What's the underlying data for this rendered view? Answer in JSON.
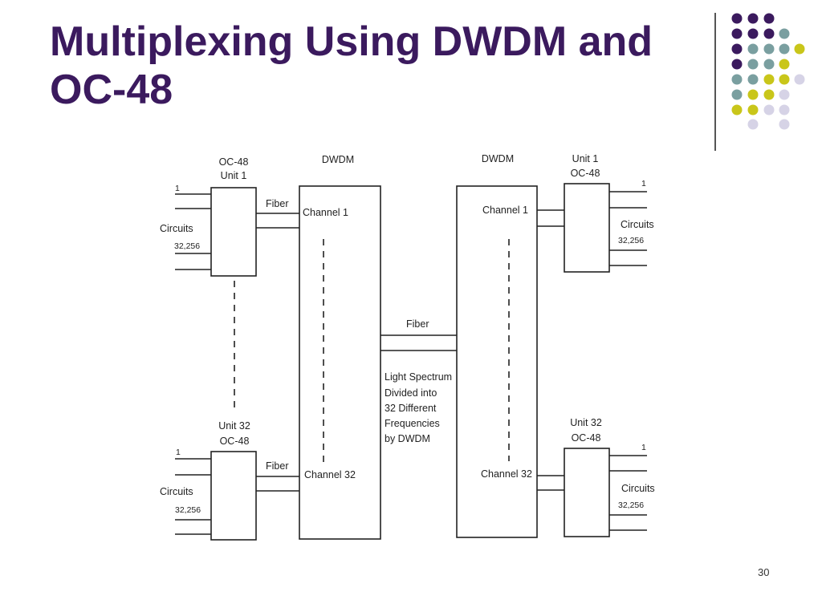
{
  "slide": {
    "title_line1": "Multiplexing Using DWDM and",
    "title_line2": "OC-48",
    "page_number": "30"
  },
  "decoration": {
    "dot_colors": {
      "purple": "#3b1a5e",
      "teal": "#7a9fa0",
      "yellow": "#c9c61a",
      "lavender": "#d6d3e6"
    }
  },
  "diagram": {
    "left_unit_top": {
      "line1": "OC-48",
      "line2": "Unit 1"
    },
    "left_unit_bottom": {
      "line1": "Unit 32",
      "line2": "OC-48"
    },
    "right_unit_top": {
      "line1": "Unit 1",
      "line2": "OC-48"
    },
    "right_unit_bottom": {
      "line1": "Unit 32",
      "line2": "OC-48"
    },
    "dwdm_left_label": "DWDM",
    "dwdm_right_label": "DWDM",
    "channel_1": "Channel 1",
    "channel_32": "Channel 32",
    "fiber": "Fiber",
    "circuits": "Circuits",
    "circuit_first": "1",
    "circuit_last": "32,256",
    "spectrum_note": [
      "Light Spectrum",
      "Divided into",
      "32 Different",
      "Frequencies",
      "by DWDM"
    ]
  }
}
